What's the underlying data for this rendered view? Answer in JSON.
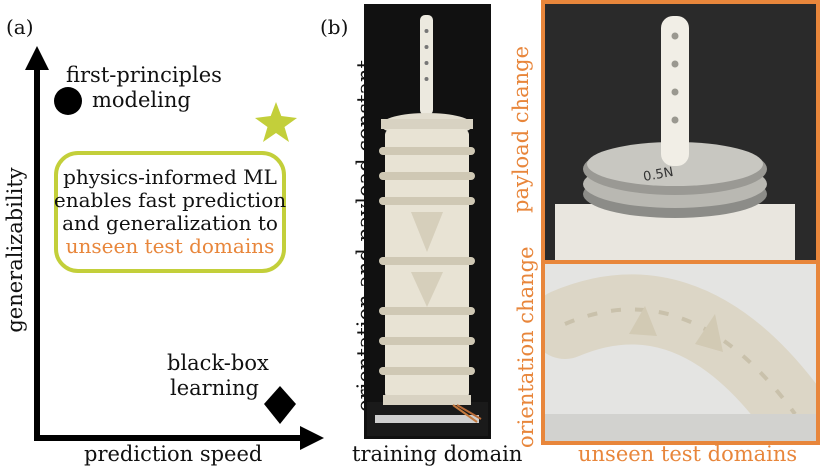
{
  "panel_a": {
    "label": "(a)",
    "x_axis_label": "prediction speed",
    "y_axis_label": "generalizability",
    "first_principles": {
      "line1": "first-principles",
      "line2": "modeling",
      "marker_icon": "black-circle-icon"
    },
    "black_box": {
      "line1": "black-box",
      "line2": "learning",
      "marker_icon": "black-diamond-icon"
    },
    "star_icon": "star-icon",
    "callout": {
      "line1": "physics-informed ML",
      "line2": "enables fast prediction",
      "line3": "and generalization to",
      "line4": "unseen test domains",
      "border_color": "#c3cf3a",
      "accent_color": "#e8863b"
    }
  },
  "panel_b": {
    "label": "(b)",
    "training_label": "training domain",
    "training_vertical_label": "orientation and payload constant",
    "payload_label": "payload change",
    "orientation_label": "orientation change",
    "unseen_label": "unseen test domains",
    "frame_color": "#e8863b",
    "weight_text": "0.5N"
  }
}
